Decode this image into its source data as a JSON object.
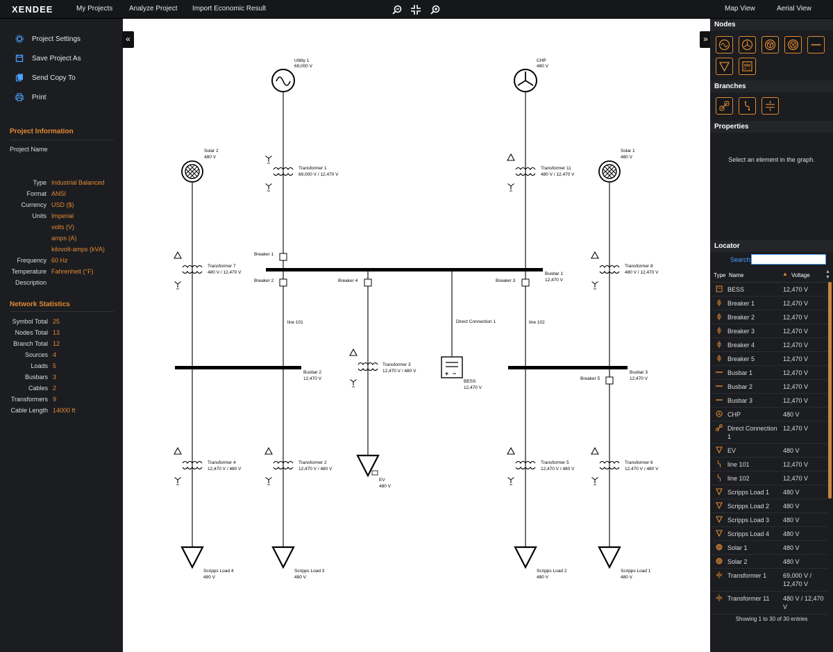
{
  "topbar": {
    "brand": "XENDEE",
    "nav": [
      "My Projects",
      "Analyze Project",
      "Import Economic Result"
    ],
    "right_nav": [
      "Map View",
      "Aerial View"
    ]
  },
  "left": {
    "menu": [
      "Project Settings",
      "Save Project As",
      "Send Copy To",
      "Print"
    ],
    "project_info_title": "Project Information",
    "project_name_label": "Project Name",
    "info": [
      {
        "k": "Type",
        "v": "Industrial Balanced"
      },
      {
        "k": "Format",
        "v": "ANSI"
      },
      {
        "k": "Currency",
        "v": "USD ($)"
      },
      {
        "k": "Units",
        "v": "Imperial"
      },
      {
        "k": "",
        "v": "volts (V)"
      },
      {
        "k": "",
        "v": "amps (A)"
      },
      {
        "k": "",
        "v": "kilovolt-amps (kVA)"
      },
      {
        "k": "Frequency",
        "v": "60 Hz"
      },
      {
        "k": "Temperature",
        "v": "Fahrenheit (°F)"
      },
      {
        "k": "Description",
        "v": ""
      }
    ],
    "stats_title": "Network Statistics",
    "stats": [
      {
        "k": "Symbol Total",
        "v": "25"
      },
      {
        "k": "Nodes Total",
        "v": "13"
      },
      {
        "k": "Branch Total",
        "v": "12"
      },
      {
        "k": "Sources",
        "v": "4"
      },
      {
        "k": "Loads",
        "v": "5"
      },
      {
        "k": "Busbars",
        "v": "3"
      },
      {
        "k": "Cables",
        "v": "2"
      },
      {
        "k": "Transformers",
        "v": "9"
      },
      {
        "k": "Cable Length",
        "v": "14000 ft"
      }
    ]
  },
  "diagram": {
    "utility1": {
      "name": "Utility 1",
      "v": "69,000 V"
    },
    "chp": {
      "name": "CHP",
      "v": "480 V"
    },
    "solar2": {
      "name": "Solar 2",
      "v": "480 V"
    },
    "solar1": {
      "name": "Solar 1",
      "v": "480 V"
    },
    "t1": {
      "name": "Transformer 1",
      "v": "69,000 V / 12,470 V"
    },
    "t11": {
      "name": "Transformer 11",
      "v": "480 V / 12,470 V"
    },
    "t7": {
      "name": "Transformer 7",
      "v": "480 V / 12,470 V"
    },
    "t8": {
      "name": "Transformer 8",
      "v": "480 V / 12,470 V"
    },
    "breaker1": "Breaker 1",
    "breaker2": "Breaker 2",
    "breaker3": "Breaker 3",
    "breaker4": "Breaker 4",
    "breaker5": "Breaker 5",
    "busbar1": {
      "name": "Busbar 1",
      "v": "12,470 V"
    },
    "busbar2": {
      "name": "Busbar 2",
      "v": "12,470 V"
    },
    "busbar3": {
      "name": "Busbar 3",
      "v": "12,470 V"
    },
    "line101": "line 101",
    "line102": "line 102",
    "direct": "Direct Connection 1",
    "t3": {
      "name": "Transformer 3",
      "v": "12,470 V / 480 V"
    },
    "bess": {
      "name": "BESS",
      "v": "12,470 V"
    },
    "t4": {
      "name": "Transformer 4",
      "v": "12,470 V / 480 V"
    },
    "t2": {
      "name": "Transformer 2",
      "v": "12,470 V / 480 V"
    },
    "t5": {
      "name": "Transformer 5",
      "v": "12,470 V / 480 V"
    },
    "t6": {
      "name": "Transformer 6",
      "v": "12,470 V / 480 V"
    },
    "ev": {
      "name": "EV",
      "v": "480 V"
    },
    "load4": {
      "name": "Scripps Load 4",
      "v": "480 V"
    },
    "load3": {
      "name": "Scripps Load 3",
      "v": "480 V"
    },
    "load2": {
      "name": "Scripps Load 2",
      "v": "480 V"
    },
    "load1": {
      "name": "Scripps Load 1",
      "v": "480 V"
    }
  },
  "right": {
    "nodes_title": "Nodes",
    "branches_title": "Branches",
    "properties_title": "Properties",
    "properties_msg": "Select an element in the graph.",
    "locator_title": "Locator",
    "search_label": "Search:",
    "col_type": "Type",
    "col_name": "Name",
    "col_voltage": "Voltage",
    "rows": [
      {
        "type": "bess",
        "name": "BESS",
        "v": "12,470 V"
      },
      {
        "type": "breaker",
        "name": "Breaker 1",
        "v": "12,470 V"
      },
      {
        "type": "breaker",
        "name": "Breaker 2",
        "v": "12,470 V"
      },
      {
        "type": "breaker",
        "name": "Breaker 3",
        "v": "12,470 V"
      },
      {
        "type": "breaker",
        "name": "Breaker 4",
        "v": "12,470 V"
      },
      {
        "type": "breaker",
        "name": "Breaker 5",
        "v": "12,470 V"
      },
      {
        "type": "busbar",
        "name": "Busbar 1",
        "v": "12,470 V"
      },
      {
        "type": "busbar",
        "name": "Busbar 2",
        "v": "12,470 V"
      },
      {
        "type": "busbar",
        "name": "Busbar 3",
        "v": "12,470 V"
      },
      {
        "type": "chp",
        "name": "CHP",
        "v": "480 V"
      },
      {
        "type": "direct",
        "name": "Direct Connection 1",
        "v": "12,470 V"
      },
      {
        "type": "load",
        "name": "EV",
        "v": "480 V"
      },
      {
        "type": "line",
        "name": "line 101",
        "v": "12,470 V"
      },
      {
        "type": "line",
        "name": "line 102",
        "v": "12,470 V"
      },
      {
        "type": "load",
        "name": "Scripps Load 1",
        "v": "480 V"
      },
      {
        "type": "load",
        "name": "Scripps Load 2",
        "v": "480 V"
      },
      {
        "type": "load",
        "name": "Scripps Load 3",
        "v": "480 V"
      },
      {
        "type": "load",
        "name": "Scripps Load 4",
        "v": "480 V"
      },
      {
        "type": "solar",
        "name": "Solar 1",
        "v": "480 V"
      },
      {
        "type": "solar",
        "name": "Solar 2",
        "v": "480 V"
      },
      {
        "type": "transformer",
        "name": "Transformer 1",
        "v": "69,000 V / 12,470 V"
      },
      {
        "type": "transformer",
        "name": "Transformer 11",
        "v": "480 V / 12,470 V"
      }
    ],
    "footer": "Showing 1 to 30 of 30 entries"
  },
  "colors": {
    "accent": "#e48a33",
    "link": "#4aa3ff",
    "panel": "#1b1d21"
  }
}
